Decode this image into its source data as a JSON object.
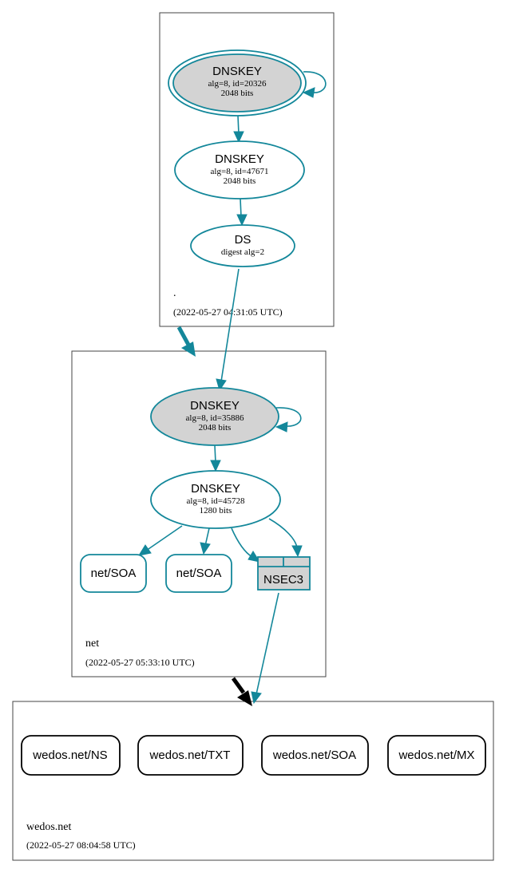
{
  "colors": {
    "edge": "#13879a",
    "node_fill_ksk": "#d3d3d3",
    "node_fill_normal": "#ffffff",
    "delegation_arrow_secure": "#13879a",
    "delegation_arrow_insecure": "#000000"
  },
  "zones": {
    "root": {
      "name": ".",
      "timestamp": "(2022-05-27 04:31:05 UTC)",
      "dnskey_ksk": {
        "type": "DNSKEY",
        "detail": "alg=8, id=20326",
        "bits": "2048 bits"
      },
      "dnskey_zsk": {
        "type": "DNSKEY",
        "detail": "alg=8, id=47671",
        "bits": "2048 bits"
      },
      "ds": {
        "type": "DS",
        "detail": "digest alg=2"
      }
    },
    "net": {
      "name": "net",
      "timestamp": "(2022-05-27 05:33:10 UTC)",
      "dnskey_ksk": {
        "type": "DNSKEY",
        "detail": "alg=8, id=35886",
        "bits": "2048 bits"
      },
      "dnskey_zsk": {
        "type": "DNSKEY",
        "detail": "alg=8, id=45728",
        "bits": "1280 bits"
      },
      "soa_1": "net/SOA",
      "soa_2": "net/SOA",
      "nsec3": "NSEC3"
    },
    "wedos": {
      "name": "wedos.net",
      "timestamp": "(2022-05-27 08:04:58 UTC)",
      "rrsets": [
        "wedos.net/NS",
        "wedos.net/TXT",
        "wedos.net/SOA",
        "wedos.net/MX"
      ]
    }
  }
}
